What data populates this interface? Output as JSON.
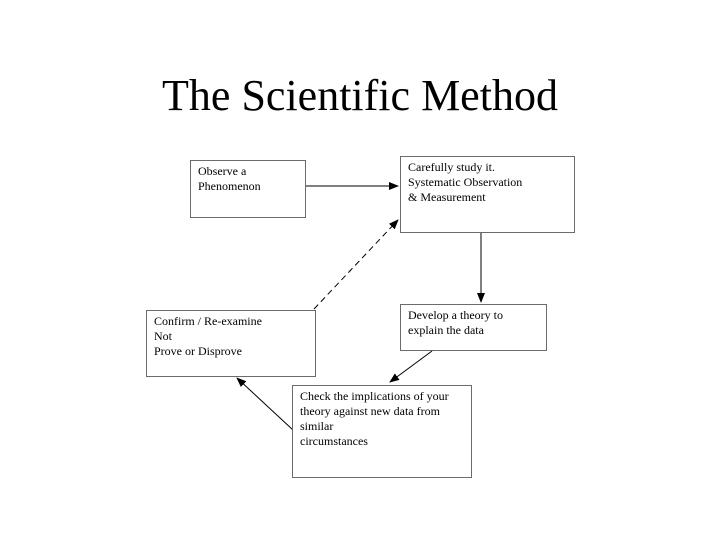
{
  "slide": {
    "title": "The Scientific Method"
  },
  "diagram": {
    "nodes": [
      {
        "id": "observe",
        "text": "Observe a\nPhenomenon"
      },
      {
        "id": "study",
        "text": "Carefully study it.\nSystematic Observation\n& Measurement"
      },
      {
        "id": "theory",
        "text": "Develop a theory to\nexplain the data"
      },
      {
        "id": "check",
        "text": "Check the implications of your\ntheory against new data from\nsimilar\ncircumstances"
      },
      {
        "id": "confirm",
        "text": "Confirm / Re-examine\nNot\nProve or Disprove"
      }
    ],
    "edges": [
      {
        "from": "observe",
        "to": "study",
        "style": "solid"
      },
      {
        "from": "study",
        "to": "theory",
        "style": "solid"
      },
      {
        "from": "theory",
        "to": "check",
        "style": "solid"
      },
      {
        "from": "check",
        "to": "confirm",
        "style": "solid"
      },
      {
        "from": "confirm",
        "to": "study",
        "style": "dashed"
      }
    ]
  }
}
